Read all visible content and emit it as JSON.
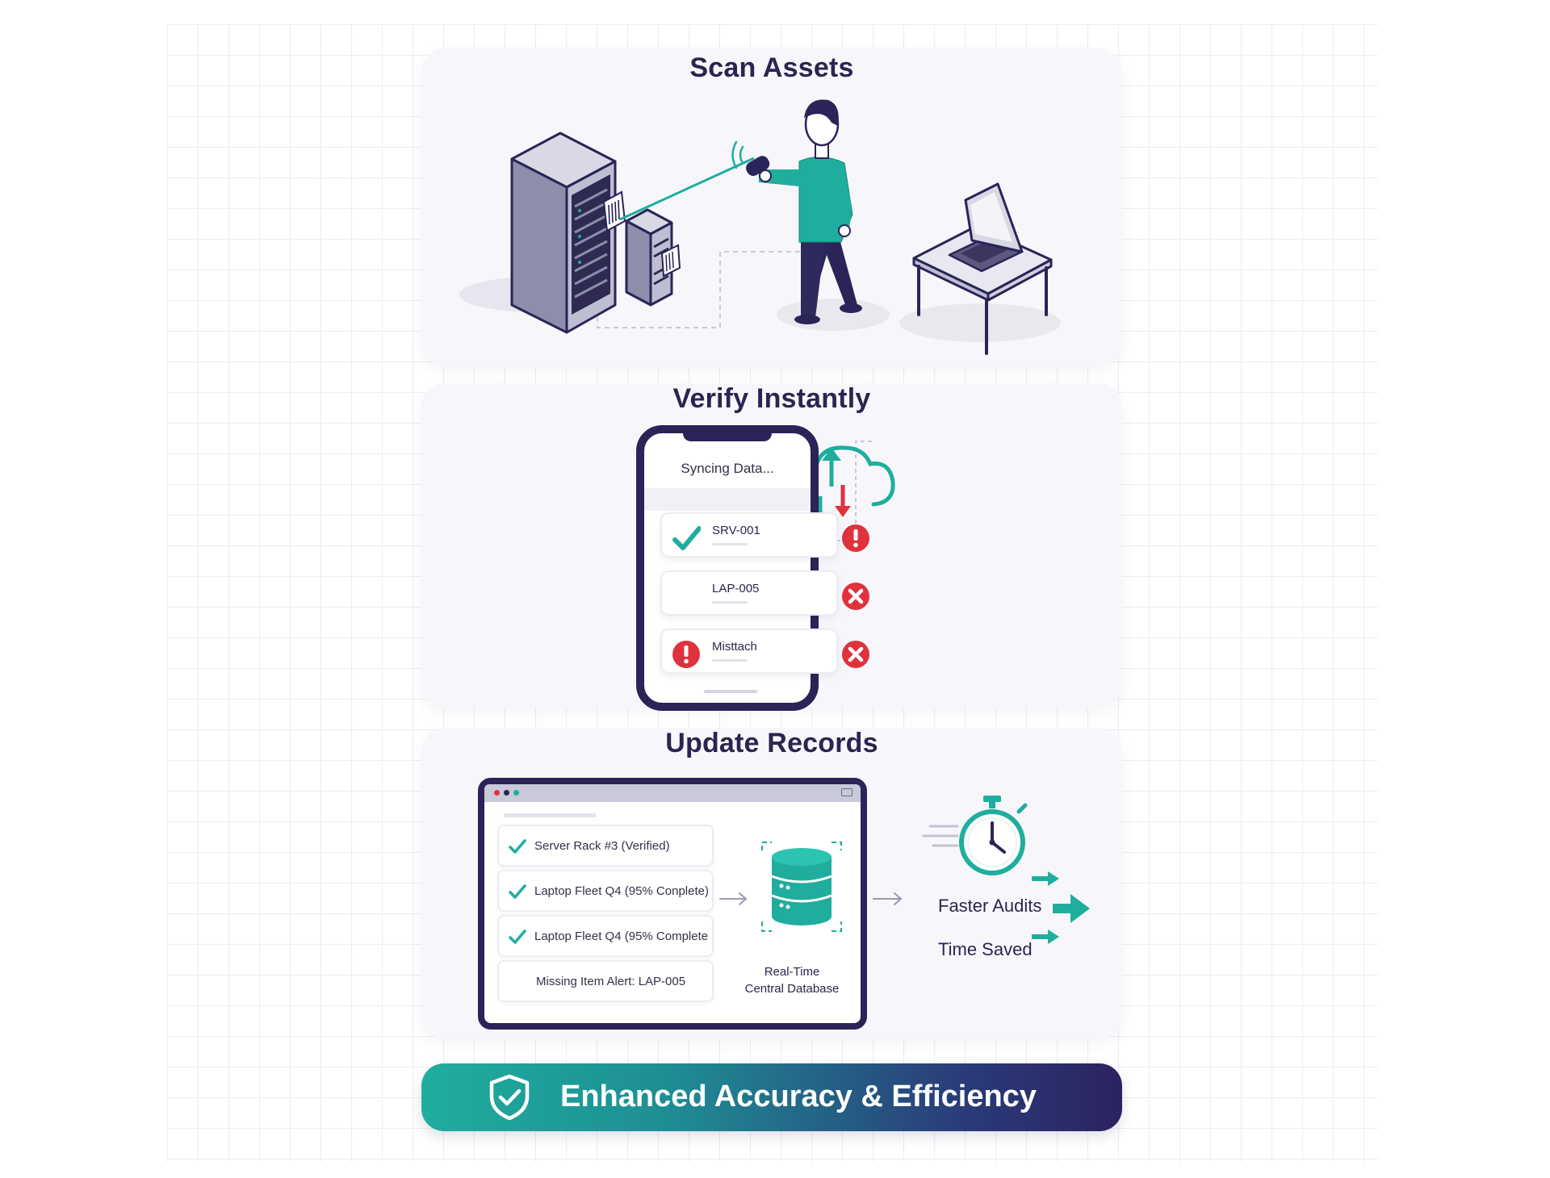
{
  "panels": {
    "scan": {
      "title": "Scan Assets"
    },
    "verify": {
      "title": "Verify Instantly",
      "phone_status": "Syncing Data...",
      "rows": [
        {
          "label": "SRV-001",
          "left_icon": "check-icon",
          "right_icon": "alert-icon"
        },
        {
          "label": "LAP-005",
          "left_icon": "",
          "right_icon": "error-x-icon"
        },
        {
          "label": "Misttach",
          "left_icon": "alert-icon",
          "right_icon": "error-x-icon"
        }
      ]
    },
    "update": {
      "title": "Update Records",
      "records": [
        {
          "text": "Server Rack #3 (Verified)",
          "icon": "check-icon"
        },
        {
          "text": "Laptop Fleet Q4 (95% Conplete)",
          "icon": "check-icon"
        },
        {
          "text": "Laptop Fleet Q4 (95% Complete",
          "icon": "check-icon"
        },
        {
          "text": "Missing Item Alert: LAP-005",
          "icon": ""
        }
      ],
      "database_caption_line1": "Real-Time",
      "database_caption_line2": "Central Database",
      "benefit_1": "Faster Audits",
      "benefit_2": "Time Saved"
    }
  },
  "banner": {
    "text": "Enhanced Accuracy & Efficiency"
  },
  "colors": {
    "teal": "#1fae9e",
    "navy": "#2a2458",
    "alert_red": "#e0323c",
    "panel_bg": "#f7f7fb"
  }
}
